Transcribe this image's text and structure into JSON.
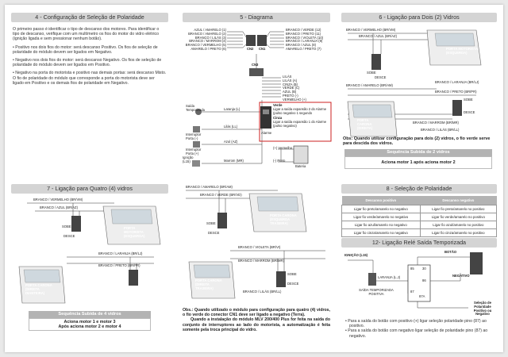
{
  "s4": {
    "title": "4 - Configuração de Seleção de Polaridade",
    "paragraphs": [
      "O primeiro passo é identificar o tipo de descanso dos motores. Para identificar o tipo de descanso, verifique com um multímetro os fios do motor do vidro elétrico (ignição ligada e sem pressionar nenhum botão).",
      "• Positivo nos dois fios do motor: será descanso Positivo. Os fios de seleção de polaridade do módulo devem ser ligados em Negativo.",
      "• Negativo nos dois fios do motor: será descanso Negativo. Os fios de seleção de polaridade do módulo devem ser ligados em Positivo.",
      "• Negativo na porta do motorista e positivo nas demais portas: será descanso Misto. O fio de polaridade do módulo que corresponde a porta do motorista deve ser ligado em Positivo e os demais fios de polaridade em Negativo."
    ]
  },
  "s5": {
    "title": "5 - Diagrama",
    "cn1_left": [
      "AZUL / AMARELO (1)",
      "BRANCO / AMARELO (2)",
      "BRANCO / LILÁS (3)",
      "BRANCO / MARROM (4)",
      "BRANCO / VERMELHO (5)",
      "AMARELO / PRETO (6)"
    ],
    "cn1_right": [
      "BRANCO / VERDE (12)",
      "BRANCO / PRETO (11)",
      "BRANCO / VIOLETA (10)",
      "BRANCO / LARANJA (9)",
      "BRANCO / AZUL (8)",
      "AMARELO / PRETO (7)"
    ],
    "cn2_label": "CN2",
    "cn1_label": "CN1",
    "cn3_label": "CN3",
    "cn3_wires": [
      "LILÁS",
      "LILÁS (A)",
      "CINZA (B)",
      "VERDE (C)",
      "AZUL (B)",
      "PRETO (-)",
      "VERMELHO (+)"
    ],
    "inputs": [
      {
        "name": "Saída Temporizada",
        "wire": "Laranja (L)"
      },
      {
        "name": "Interruptor Porta (-)",
        "wire": "Lilás (LL)"
      },
      {
        "name": "Interruptor Porta (+)",
        "wire": "Azul (AZ)"
      },
      {
        "name": "Ignição (L15)",
        "wire": "Marrom (MR)"
      }
    ],
    "alarm_box": [
      "Verde",
      "Ligar a saída expansão 2 do Alarme (pulso negativo 1 segundo",
      "Cinza",
      "Ligar a saída expansão 1 do Alarme (pulso negativo)"
    ],
    "alarme_label": "Alarme",
    "vermelho": "(+) Vermelho",
    "preto": "(-) Preto",
    "bateria": "Bateria"
  },
  "s6": {
    "title": "6 - Ligação para Dois (2) Vidros",
    "labels": [
      "BRANCO / VERMELHO (BR/VM)",
      "BRANCO / AZUL (BR/AZ)",
      "SOBE",
      "DESCE",
      "PORTA MOTORISTA (ESQUERDA)",
      "BRANCO / AMARELO (BR/AM)",
      "BRANCO / LARANJA (BR/LJ)",
      "BRANCO / PRETO (BR/PR)",
      "PORTA CARONA (DIREITA)",
      "SOBE",
      "DESCE",
      "BRANCO / MARROM (BR/MR)",
      "BRANCO / LILÁS (BR/LL)"
    ],
    "note": "Obs: Quando utilizar configuração para dois (2) vidros, o fio verde serve para descida dos vidros.",
    "seq_title": "Sequência Subida de 2 vidros",
    "seq_text": "Aciona motor 1 após aciona motor 2"
  },
  "s7": {
    "title": "7 - Ligação para Quatro (4) vidros",
    "labels": [
      "BRANCO / VERMELHO (BR/VM)",
      "BRANCO / AZUL (BR/AZ)",
      "SOBE",
      "DESCE",
      "PORTA MOTORISTA (ESQUERDA)",
      "BRANCO / LARANJA (BR/LJ)",
      "BRANCO / PRETO (BR/PR)",
      "PORTA CARONA (DIREITA DIANTEIRA)"
    ],
    "seq_title": "Sequência Subida de 4 vidros",
    "seq_line1": "Aciona motor 1 e motor 3",
    "seq_line2": "Após aciona motor 2 e motor 4"
  },
  "s7b": {
    "labels": [
      "BRANCO / AMARELO (BR/AM)",
      "BRANCO / VERDE (BR/VD)",
      "PORTA CARONA (ESQUERDA TRASEIRA)",
      "SOBE",
      "DESCE",
      "BRANCO / VIOLETA (BR/VI)",
      "BRANCO / MARROM (BR/MR)",
      "PORTA CARONA (DIREITA TRASEIRA)",
      "BRANCO / LILÁS (BR/LL)",
      "SOBE",
      "DESCE"
    ],
    "note1": "Obs.: Quando utilizado o módulo para configuração para quatro (4) vidros, o fio verde do conector CN1 deve ser ligado a negativo (Terra).",
    "note2": "Quando a instalação do módulo MLV 200/400 Plus for feita na saída do conjunto de interruptores ao lado do motorista, a automatização é feita somente pela troca principal do vidro."
  },
  "s8": {
    "title": "8 - Seleção de Polaridade",
    "headers": [
      "Descanso positivo",
      "Descanso negativo"
    ],
    "rows": [
      [
        "Ligar fio preto/amarelo no negativo",
        "Ligar fio preto/amarelo no positivo"
      ],
      [
        "Ligar fio verde/amarelo no negativo",
        "Ligar fio verde/amarelo no positivo"
      ],
      [
        "Ligar fio azul/amarelo no negativo",
        "Ligar fio azul/amarelo no positivo"
      ],
      [
        "Ligar fio cinza/amarelo no negativo",
        "Ligar fio cinza/amarelo no positivo"
      ]
    ]
  },
  "s12": {
    "title": "12- Ligação Relé Saída Temporizada",
    "labels": [
      "IGNIÇÃO (L15)",
      "BOTÃO",
      "LARANJA (L.J)",
      "SAÍDA TEMPORIZADA POSITIVA",
      "NEGATIVO",
      "Seleção de Polaridade Positivo ou Negativo"
    ],
    "relay_pins": [
      "85",
      "30",
      "86",
      "87",
      "87A"
    ],
    "bullets": [
      "Para a saída do botão com positivo (+) ligar seleção polaridade pino (87) ao positivo.",
      "Para a saída do botão com negativo ligar seleção de polaridade pino (87) ao negativo."
    ]
  }
}
